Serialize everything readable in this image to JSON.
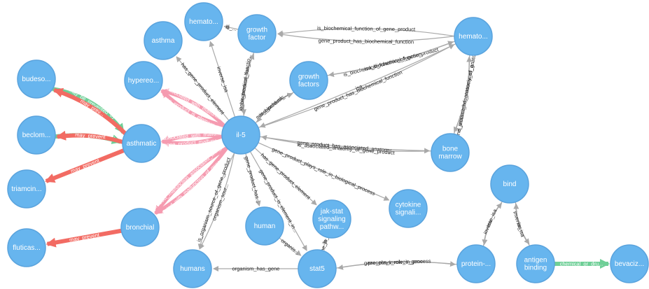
{
  "colors": {
    "node": "#67b5ee",
    "edge_gray": "#a9a9a9",
    "edge_pink": "#f59bb0",
    "edge_red": "#f26b63",
    "edge_green": "#6fcf97"
  },
  "nodes": {
    "hemato1": "hemato...",
    "growth_factor": "growth\nfactor",
    "hemato2": "hemato...",
    "asthma": "asthma",
    "hypereo": "hypereo...",
    "growth_factors": "growth\nfactors",
    "budeso": "budeso...",
    "beclom": "beclom...",
    "asthmatic": "asthmatic",
    "il5": "il-5",
    "bone_marrow": "bone\nmarrow",
    "triamcin": "triamcin...",
    "bronchial": "bronchial",
    "jakstat": "jak-stat\nsignaling\npathw...",
    "cytokine": "cytokine\nsignali...",
    "human": "human",
    "bind": "bind",
    "fluticas": "fluticas...",
    "humans": "humans",
    "stat5": "stat5",
    "protein": "protein-...",
    "antigen": "antigen\nbinding",
    "bevaciz": "bevaciz..."
  },
  "edges": [
    {
      "id": "e1",
      "from": "growth_factor",
      "to": "hemato1",
      "label": "is_...",
      "color": "gray"
    },
    {
      "id": "e2",
      "from": "hemato2",
      "to": "growth_factor",
      "label": "is_biochemical_function_of_gene_product",
      "color": "gray"
    },
    {
      "id": "e3",
      "from": "hemato2",
      "to": "growth_factor",
      "label": "gene_product_has_biochemical_function",
      "color": "gray"
    },
    {
      "id": "e4",
      "from": "growth_factors",
      "to": "hemato2",
      "label": "is_biochemical_function_of_gene_product",
      "color": "gray"
    },
    {
      "id": "e5",
      "from": "hemato2",
      "to": "growth_factors",
      "label": "isa_biochemical_function",
      "color": "gray"
    },
    {
      "id": "e6",
      "from": "il5",
      "to": "hemato2",
      "label": "gene_product_has_biochemical_function",
      "color": "gray"
    },
    {
      "id": "e7",
      "from": "hemato2",
      "to": "il5",
      "label": "isa",
      "color": "gray"
    },
    {
      "id": "e8",
      "from": "hemato2",
      "to": "bone_marrow",
      "label": "gene_product_has_associated_anatomy",
      "color": "gray"
    },
    {
      "id": "e9",
      "from": "bone_marrow",
      "to": "hemato2",
      "label": "is_associated_anatomy_of_g...",
      "color": "gray"
    },
    {
      "id": "e10",
      "from": "il5",
      "to": "asthma",
      "label": "has_gene_product_element",
      "color": "gray"
    },
    {
      "id": "e11",
      "from": "il5",
      "to": "hemato1",
      "label": "inverse_isa",
      "color": "gray"
    },
    {
      "id": "e12",
      "from": "il5",
      "to": "growth_factor",
      "label": "gene_product_has_...",
      "color": "gray"
    },
    {
      "id": "e13",
      "from": "growth_factor",
      "to": "il5",
      "label": "is_biochemical_functio...",
      "color": "gray"
    },
    {
      "id": "e14",
      "from": "il5",
      "to": "growth_factors",
      "label": "gene_product_...",
      "color": "gray"
    },
    {
      "id": "e15",
      "from": "growth_factors",
      "to": "il5",
      "label": "is_biochemic...",
      "color": "gray"
    },
    {
      "id": "e16",
      "from": "il5",
      "to": "bone_marrow",
      "label": "gene_product_has_associated_anatomy",
      "color": "gray"
    },
    {
      "id": "e17",
      "from": "bone_marrow",
      "to": "il5",
      "label": "is_associated_anatomy_of_gene_product",
      "color": "gray"
    },
    {
      "id": "e18",
      "from": "il5",
      "to": "cytokine",
      "label": "gene_product_plays_role_in_biological_process",
      "color": "gray"
    },
    {
      "id": "e19",
      "from": "il5",
      "to": "jakstat",
      "label": "has_gene_product_element",
      "color": "gray"
    },
    {
      "id": "e20",
      "from": "il5",
      "to": "stat5",
      "label": "gene_product_is_element_in...",
      "color": "gray"
    },
    {
      "id": "e21",
      "from": "il5",
      "to": "human",
      "label": "gene_product_has...",
      "color": "gray"
    },
    {
      "id": "e22",
      "from": "il5",
      "to": "humans",
      "label": "organism_sour...",
      "color": "gray"
    },
    {
      "id": "e23",
      "from": "il5",
      "to": "humans",
      "label": "is_organism_source_of_gene_product",
      "color": "gray"
    },
    {
      "id": "e24",
      "from": "il5",
      "to": "hypereo",
      "label": "gene_product_is_element_in",
      "color": "pink"
    },
    {
      "id": "e25",
      "from": "il5",
      "to": "hypereo",
      "label": "associated_with_malfunct...",
      "color": "pink"
    },
    {
      "id": "e26",
      "from": "il5",
      "to": "asthmatic",
      "label": "gene_product_malfunc...",
      "color": "pink"
    },
    {
      "id": "e27",
      "from": "il5",
      "to": "asthmatic",
      "label": "associated_with_malfu...",
      "color": "pink"
    },
    {
      "id": "e28",
      "from": "il5",
      "to": "bronchial",
      "label": "associated_with_malfunction_of_gene_product",
      "color": "pink"
    },
    {
      "id": "e29",
      "from": "il5",
      "to": "bronchial",
      "label": "gene_product_malfunction_associated_with_disease",
      "color": "pink"
    },
    {
      "id": "e30",
      "from": "budeso",
      "to": "asthmatic",
      "label": "may_be_prevented_by",
      "color": "green"
    },
    {
      "id": "e31",
      "from": "asthmatic",
      "to": "budeso",
      "label": "may_prev...",
      "color": "red"
    },
    {
      "id": "e32",
      "from": "beclom",
      "to": "asthmatic",
      "label": "may_be_prevented_by",
      "color": "green"
    },
    {
      "id": "e33",
      "from": "asthmatic",
      "to": "beclom",
      "label": "may_prevent",
      "color": "red"
    },
    {
      "id": "e34",
      "from": "asthmatic",
      "to": "triamcin",
      "label": "may_prevent",
      "color": "red"
    },
    {
      "id": "e35",
      "from": "bronchial",
      "to": "fluticas",
      "label": "may_prevent",
      "color": "red"
    },
    {
      "id": "e36",
      "from": "stat5",
      "to": "humans",
      "label": "organism_has_gene",
      "color": "gray"
    },
    {
      "id": "e37",
      "from": "stat5",
      "to": "jakstat",
      "label": "gene_is_...",
      "color": "gray"
    },
    {
      "id": "e38",
      "from": "human",
      "to": "stat5",
      "label": "organis...",
      "color": "gray"
    },
    {
      "id": "e39",
      "from": "stat5",
      "to": "protein",
      "label": "process_involves_gene",
      "color": "gray"
    },
    {
      "id": "e40",
      "from": "protein",
      "to": "stat5",
      "label": "gene_plays_role_in_process",
      "color": "gray"
    },
    {
      "id": "e41",
      "from": "protein",
      "to": "bind",
      "label": "isa",
      "color": "gray"
    },
    {
      "id": "e42",
      "from": "bind",
      "to": "protein",
      "label": "inverse_isa",
      "color": "gray"
    },
    {
      "id": "e43",
      "from": "antigen",
      "to": "bind",
      "label": "isa",
      "color": "gray"
    },
    {
      "id": "e44",
      "from": "bind",
      "to": "antigen",
      "label": "inverse_isa",
      "color": "gray"
    },
    {
      "id": "e45",
      "from": "antigen",
      "to": "bevaciz",
      "label": "chemical_or_dru...",
      "color": "green"
    }
  ]
}
